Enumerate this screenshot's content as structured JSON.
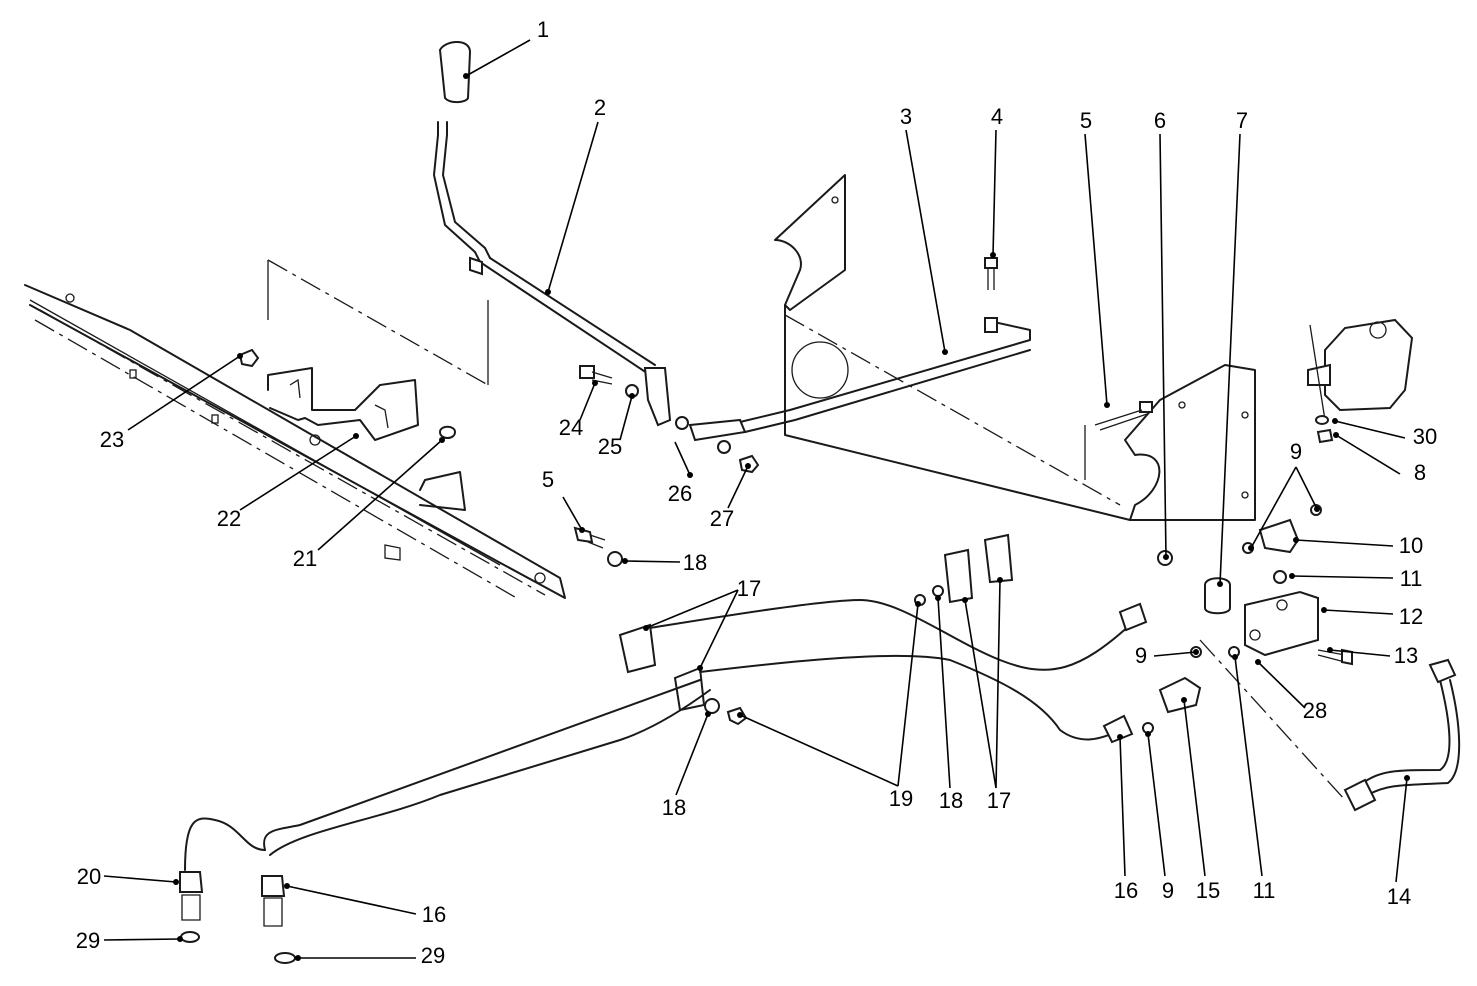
{
  "diagram": {
    "callouts": [
      {
        "id": "c1",
        "label": "1"
      },
      {
        "id": "c2",
        "label": "2"
      },
      {
        "id": "c3",
        "label": "3"
      },
      {
        "id": "c4",
        "label": "4"
      },
      {
        "id": "c5a",
        "label": "5"
      },
      {
        "id": "c6",
        "label": "6"
      },
      {
        "id": "c7",
        "label": "7"
      },
      {
        "id": "c9a",
        "label": "9"
      },
      {
        "id": "c30",
        "label": "30"
      },
      {
        "id": "c8",
        "label": "8"
      },
      {
        "id": "c10",
        "label": "10"
      },
      {
        "id": "c11a",
        "label": "11"
      },
      {
        "id": "c12",
        "label": "12"
      },
      {
        "id": "c13",
        "label": "13"
      },
      {
        "id": "c28",
        "label": "28"
      },
      {
        "id": "c9b",
        "label": "9"
      },
      {
        "id": "c23",
        "label": "23"
      },
      {
        "id": "c24",
        "label": "24"
      },
      {
        "id": "c25",
        "label": "25"
      },
      {
        "id": "c26",
        "label": "26"
      },
      {
        "id": "c27",
        "label": "27"
      },
      {
        "id": "c22",
        "label": "22"
      },
      {
        "id": "c21",
        "label": "21"
      },
      {
        "id": "c5b",
        "label": "5"
      },
      {
        "id": "c18a",
        "label": "18"
      },
      {
        "id": "c17a",
        "label": "17"
      },
      {
        "id": "c18b",
        "label": "18"
      },
      {
        "id": "c19",
        "label": "19"
      },
      {
        "id": "c18c",
        "label": "18"
      },
      {
        "id": "c17b",
        "label": "17"
      },
      {
        "id": "c16a",
        "label": "16"
      },
      {
        "id": "c9c",
        "label": "9"
      },
      {
        "id": "c15",
        "label": "15"
      },
      {
        "id": "c11b",
        "label": "11"
      },
      {
        "id": "c14",
        "label": "14"
      },
      {
        "id": "c20",
        "label": "20"
      },
      {
        "id": "c16b",
        "label": "16"
      },
      {
        "id": "c29a",
        "label": "29"
      },
      {
        "id": "c29b",
        "label": "29"
      }
    ]
  }
}
